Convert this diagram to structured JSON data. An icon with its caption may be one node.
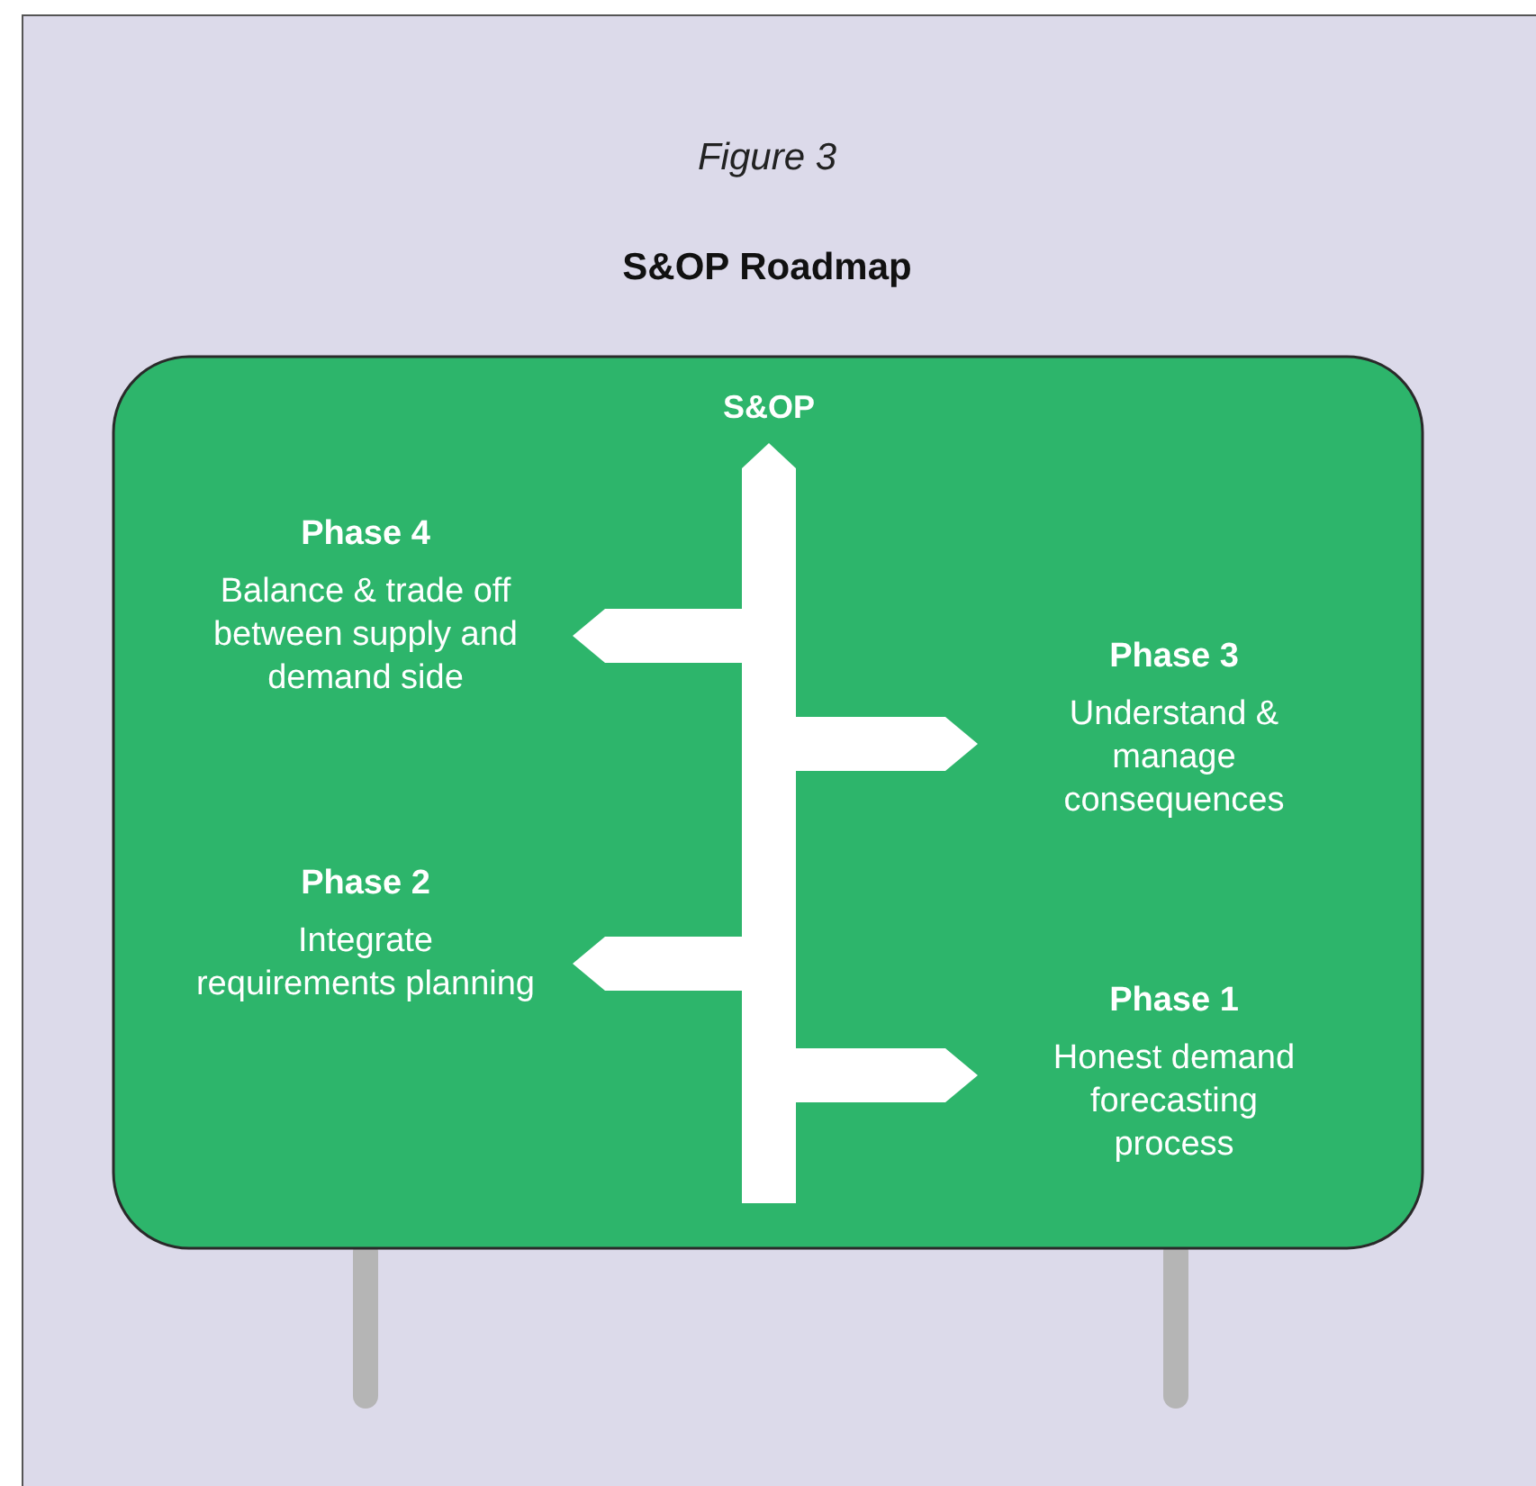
{
  "diagram": {
    "title": "S&OP Roadmap",
    "nodes": [
      {
        "text": [
          "Phase 4",
          "Balance & trade off between supply and demand side"
        ]
      },
      {
        "text": [
          "Phase 3",
          "Understand & manage consequences"
        ]
      },
      {
        "text": [
          "Phase 2",
          "Integrate requirements planning"
        ]
      },
      {
        "text": [
          "Phase 1",
          "Honest demand forecasting process"
        ]
      }
    ],
    "labels": [
      "Figure 3",
      "S&OP"
    ]
  }
}
